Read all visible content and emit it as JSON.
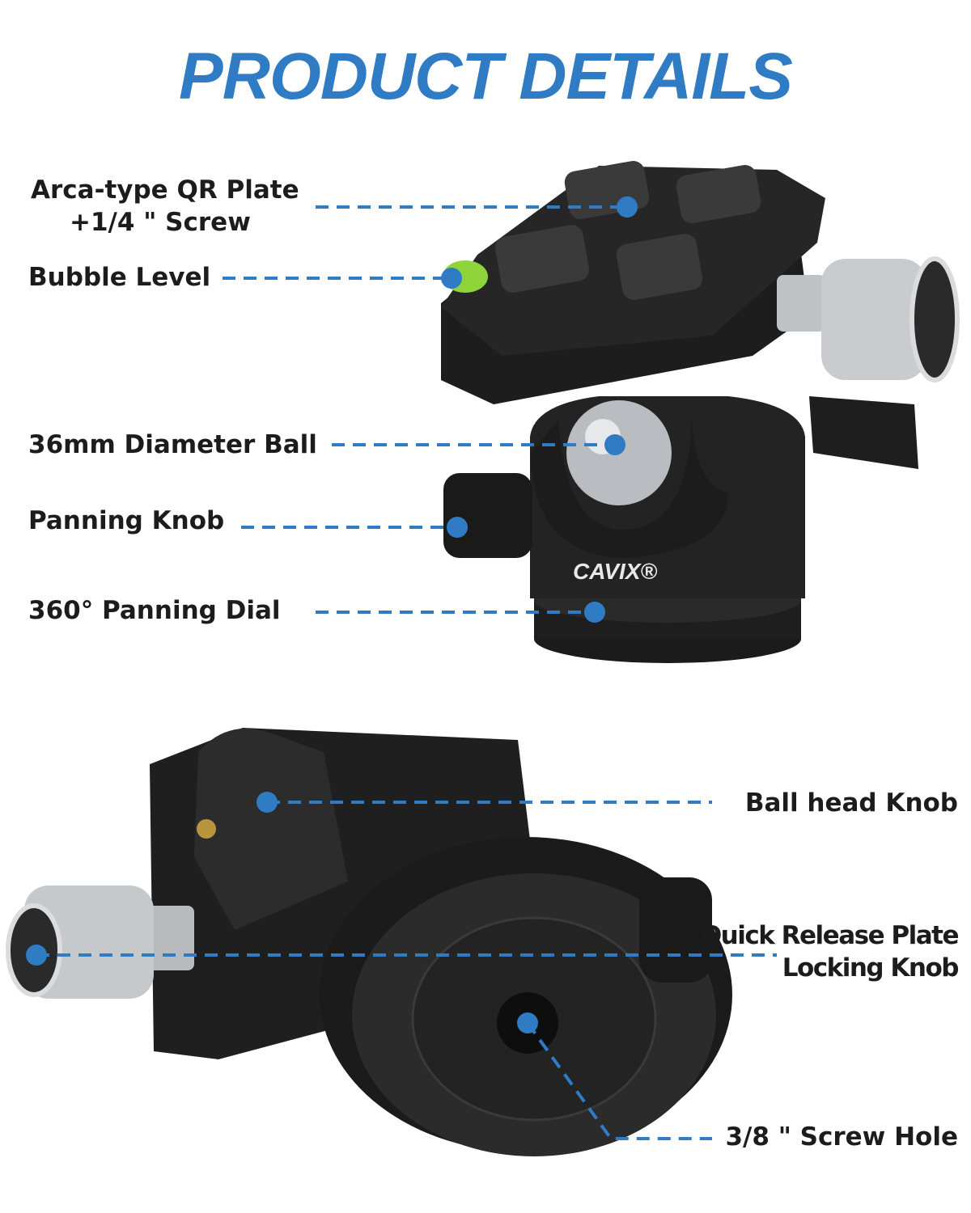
{
  "title": "PRODUCT DETAILS",
  "accent_color": "#2f7bc4",
  "brand": "CAVIX®",
  "callouts": {
    "qr_plate_line1": "Arca-type QR Plate",
    "qr_plate_line2": "+1/4 \" Screw",
    "bubble_level": "Bubble Level",
    "ball": "36mm Diameter Ball",
    "panning_knob": "Panning Knob",
    "panning_dial": "360° Panning Dial",
    "ball_head_knob": "Ball  head Knob",
    "qr_locking_knob_line1": "Quick Release Plate",
    "qr_locking_knob_line2": "Locking Knob",
    "screw_hole": "3/8 \" Screw Hole"
  }
}
